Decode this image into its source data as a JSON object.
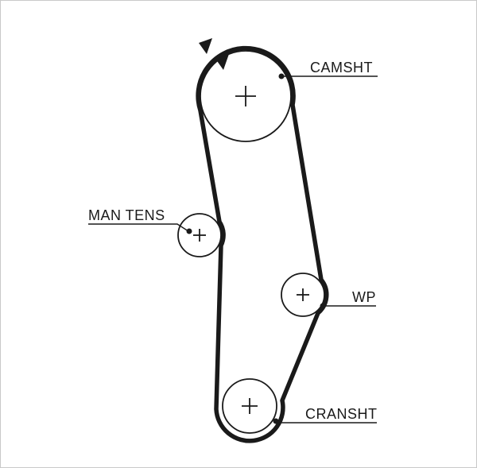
{
  "diagram": {
    "type": "timing-belt-routing",
    "colors": {
      "line": "#1a1a1a",
      "background": "#ffffff",
      "border": "#c9c9c9"
    },
    "components": {
      "camshaft": {
        "label": "CAMSHT",
        "marker": "plus"
      },
      "tensioner": {
        "label": "MAN TENS",
        "marker": "plus"
      },
      "water_pump": {
        "label": "WP",
        "marker": "plus"
      },
      "crankshaft": {
        "label": "CRANSHT",
        "marker": "plus"
      }
    },
    "direction_arrows": 2
  }
}
